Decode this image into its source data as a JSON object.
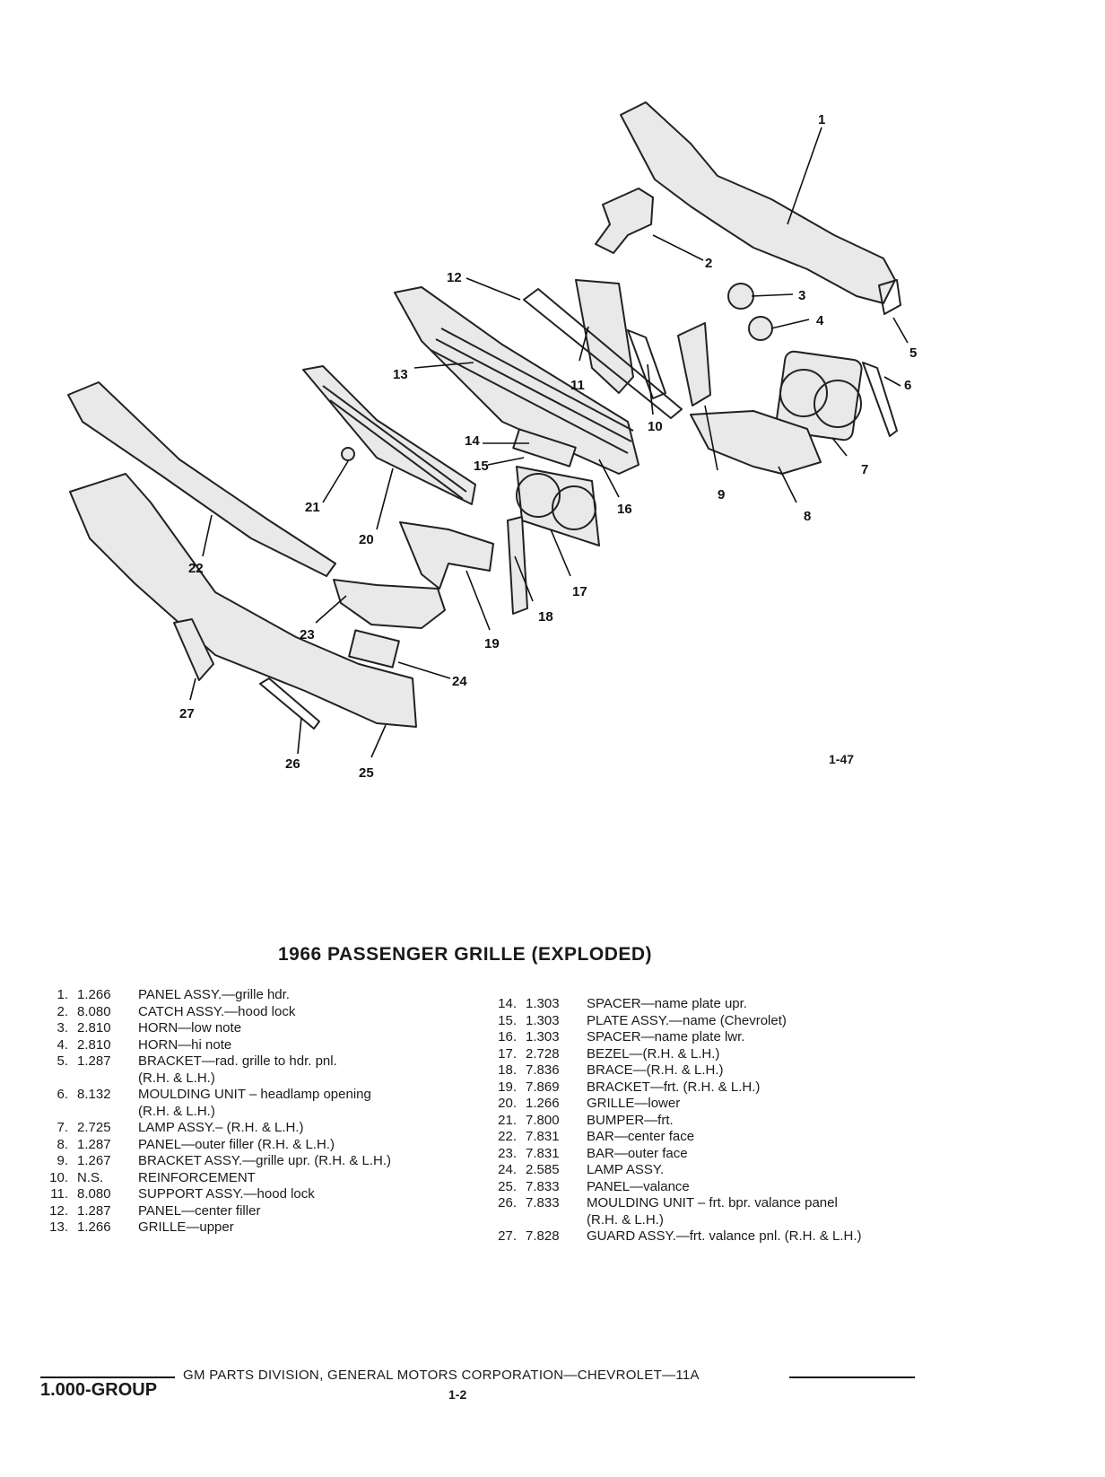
{
  "figure": {
    "reference": "1-47",
    "callouts": [
      "1",
      "2",
      "3",
      "4",
      "5",
      "6",
      "7",
      "8",
      "9",
      "10",
      "11",
      "12",
      "13",
      "14",
      "15",
      "16",
      "17",
      "18",
      "19",
      "20",
      "21",
      "22",
      "23",
      "24",
      "25",
      "26",
      "27"
    ]
  },
  "title": "1966 PASSENGER GRILLE (EXPLODED)",
  "parts_left": [
    {
      "num": "1.",
      "code": "1.266",
      "desc": "PANEL ASSY.—grille hdr."
    },
    {
      "num": "2.",
      "code": "8.080",
      "desc": "CATCH ASSY.—hood lock"
    },
    {
      "num": "3.",
      "code": "2.810",
      "desc": "HORN—low note"
    },
    {
      "num": "4.",
      "code": "2.810",
      "desc": "HORN—hi note"
    },
    {
      "num": "5.",
      "code": "1.287",
      "desc": "BRACKET—rad. grille to hdr. pnl.",
      "cont": "(R.H. & L.H.)"
    },
    {
      "num": "6.",
      "code": "8.132",
      "desc": "MOULDING UNIT – headlamp opening",
      "cont": "(R.H. & L.H.)"
    },
    {
      "num": "7.",
      "code": "2.725",
      "desc": "LAMP ASSY.– (R.H. & L.H.)"
    },
    {
      "num": "8.",
      "code": "1.287",
      "desc": "PANEL—outer filler (R.H. & L.H.)"
    },
    {
      "num": "9.",
      "code": "1.267",
      "desc": "BRACKET ASSY.—grille upr. (R.H. & L.H.)"
    },
    {
      "num": "10.",
      "code": "N.S.",
      "desc": "REINFORCEMENT"
    },
    {
      "num": "11.",
      "code": "8.080",
      "desc": "SUPPORT ASSY.—hood lock"
    },
    {
      "num": "12.",
      "code": "1.287",
      "desc": "PANEL—center filler"
    },
    {
      "num": "13.",
      "code": "1.266",
      "desc": "GRILLE—upper"
    }
  ],
  "parts_right": [
    {
      "num": "14.",
      "code": "1.303",
      "desc": "SPACER—name plate upr."
    },
    {
      "num": "15.",
      "code": "1.303",
      "desc": "PLATE ASSY.—name (Chevrolet)"
    },
    {
      "num": "16.",
      "code": "1.303",
      "desc": "SPACER—name plate lwr."
    },
    {
      "num": "17.",
      "code": "2.728",
      "desc": "BEZEL—(R.H. & L.H.)"
    },
    {
      "num": "18.",
      "code": "7.836",
      "desc": "BRACE—(R.H. & L.H.)"
    },
    {
      "num": "19.",
      "code": "7.869",
      "desc": "BRACKET—frt. (R.H. & L.H.)"
    },
    {
      "num": "20.",
      "code": "1.266",
      "desc": "GRILLE—lower"
    },
    {
      "num": "21.",
      "code": "7.800",
      "desc": "BUMPER—frt."
    },
    {
      "num": "22.",
      "code": "7.831",
      "desc": "BAR—center face"
    },
    {
      "num": "23.",
      "code": "7.831",
      "desc": "BAR—outer face"
    },
    {
      "num": "24.",
      "code": "2.585",
      "desc": "LAMP ASSY."
    },
    {
      "num": "25.",
      "code": "7.833",
      "desc": "PANEL—valance"
    },
    {
      "num": "26.",
      "code": "7.833",
      "desc": "MOULDING UNIT – frt. bpr. valance panel",
      "cont": "(R.H. & L.H.)"
    },
    {
      "num": "27.",
      "code": "7.828",
      "desc": "GUARD ASSY.—frt. valance pnl. (R.H. & L.H.)"
    }
  ],
  "footer": {
    "text": "GM PARTS DIVISION, GENERAL MOTORS CORPORATION—CHEVROLET—11A",
    "group": "1.000-GROUP",
    "page": "1-2"
  }
}
